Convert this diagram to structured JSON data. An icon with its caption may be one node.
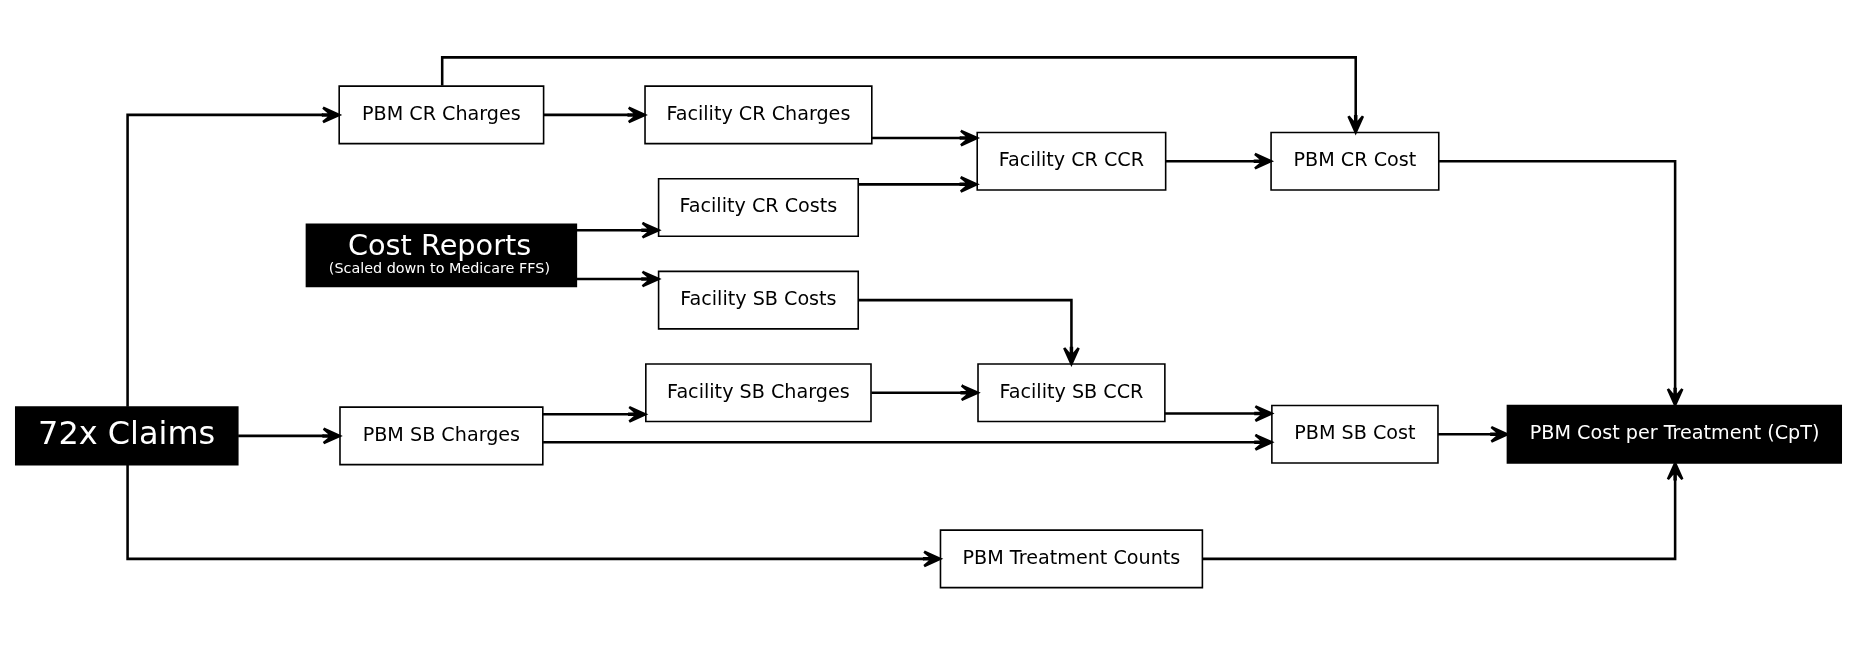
{
  "diagram": {
    "nodes": [
      {
        "text": [
          "PBM CR Charges"
        ]
      },
      {
        "text": [
          "Facility CR Charges"
        ]
      },
      {
        "text": [
          "PBM CR Cost"
        ]
      },
      {
        "text": [
          "Cost Reports",
          "(Scaled down to Medicare FFS)"
        ]
      },
      {
        "text": [
          "Facility CR Costs"
        ]
      },
      {
        "text": [
          "Facility CR CCR"
        ]
      },
      {
        "text": [
          "Facility SB Costs"
        ]
      },
      {
        "text": [
          "PBM Cost per Treatment (CpT)"
        ]
      },
      {
        "text": [
          "Facility SB CCR"
        ]
      },
      {
        "text": [
          "PBM SB Cost"
        ]
      },
      {
        "text": [
          "72x Claims"
        ]
      },
      {
        "text": [
          "Facility SB Charges"
        ]
      },
      {
        "text": [
          "PBM SB Charges"
        ]
      },
      {
        "text": [
          "PBM Treatment Counts"
        ]
      }
    ],
    "edges": [
      {
        "from": 10,
        "to": 0,
        "arrow": "to"
      },
      {
        "from": 0,
        "to": 1,
        "arrow": "to"
      },
      {
        "from": 0,
        "to": 2,
        "arrow": "to"
      },
      {
        "from": 1,
        "to": 5,
        "arrow": "to"
      },
      {
        "from": 3,
        "to": 4,
        "arrow": "to"
      },
      {
        "from": 3,
        "to": 6,
        "arrow": "to"
      },
      {
        "from": 4,
        "to": 5,
        "arrow": "to"
      },
      {
        "from": 5,
        "to": 2,
        "arrow": "to"
      },
      {
        "from": 2,
        "to": 7,
        "arrow": "to"
      },
      {
        "from": 6,
        "to": 8,
        "arrow": "to"
      },
      {
        "from": 8,
        "to": 9,
        "arrow": "to"
      },
      {
        "from": 9,
        "to": 7,
        "arrow": "to"
      },
      {
        "from": 10,
        "to": 12,
        "arrow": "to"
      },
      {
        "from": 10,
        "to": 13,
        "arrow": "to"
      },
      {
        "from": 12,
        "to": 11,
        "arrow": "to"
      },
      {
        "from": 11,
        "to": 8,
        "arrow": "to"
      },
      {
        "from": 12,
        "to": 9,
        "arrow": "to"
      },
      {
        "from": 13,
        "to": 7,
        "arrow": "to"
      }
    ]
  }
}
